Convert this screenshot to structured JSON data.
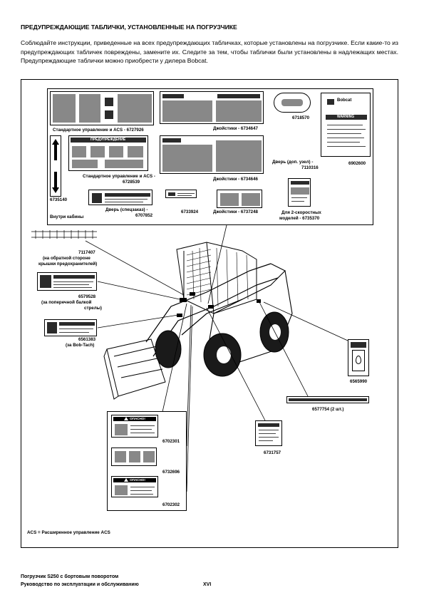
{
  "page": {
    "title": "ПРЕДУПРЕЖДАЮЩИЕ ТАБЛИЧКИ, УСТАНОВЛЕННЫЕ НА ПОГРУЗЧИКЕ",
    "intro": "Соблюдайте инструкции, приведенные на всех предупреждающих табличках, которые установлены на погрузчике. Если какие-то из предупреждающих табличек повреждены, замените их. Следите за тем, чтобы таблички были установлены в надлежащих местах. Предупреждающие таблички можно приобрести у дилера Bobcat."
  },
  "decals": {
    "std_acs_1": "Стандартное управление и ACS - 6727926",
    "joysticks_1": "Джойстики - 6734647",
    "d6718570": "6718570",
    "door_opt": "Дверь (доп. узел) -",
    "door_opt_num": "7110316",
    "d6902600": "6902600",
    "std_acs_2": "Стандартное управление и ACS -",
    "std_acs_2_num": "6728539",
    "joysticks_2": "Джойстики - 6734646",
    "d6735140": "6735140",
    "inside_cab": "Внутри кабины",
    "door_special": "Дверь (спецзаказ) -",
    "door_special_num": "6707852",
    "d6733924": "6733924",
    "joysticks_3": "Джойстики - 6737248",
    "two_speed": "Для 2-скоростных",
    "two_speed_num": "моделей - 6735370",
    "d7117407": "7117407",
    "d7117407_note_1": "(на обратной стороне",
    "d7117407_note_2": "крышки предохранителей)",
    "d6579528": "6579528",
    "d6579528_note_1": "(за поперечной балкой",
    "d6579528_note_2": "стрелы)",
    "d6561383": "6561383",
    "d6561383_note": "(за Bob-Tach)",
    "d6565990": "6565990",
    "d6577754": "6577754 (2 шт.)",
    "d6731757": "6731757",
    "d6702301": "6702301",
    "d6732696": "6732696",
    "d6702302": "6702302",
    "danger_word": "ОПАСНО!",
    "warning_word": "WARNING",
    "warning_ru": "ПРЕДУПРЕЖДЕНИЕ",
    "bobcat_mini": "Bobcat"
  },
  "legend": "ACS = Расширенное управление ACS",
  "footer": {
    "line1": "Погрузчик S250 с бортовым поворотом",
    "line2": "Руководство по эксплуатации и обслуживанию",
    "page_num": "XVI"
  }
}
